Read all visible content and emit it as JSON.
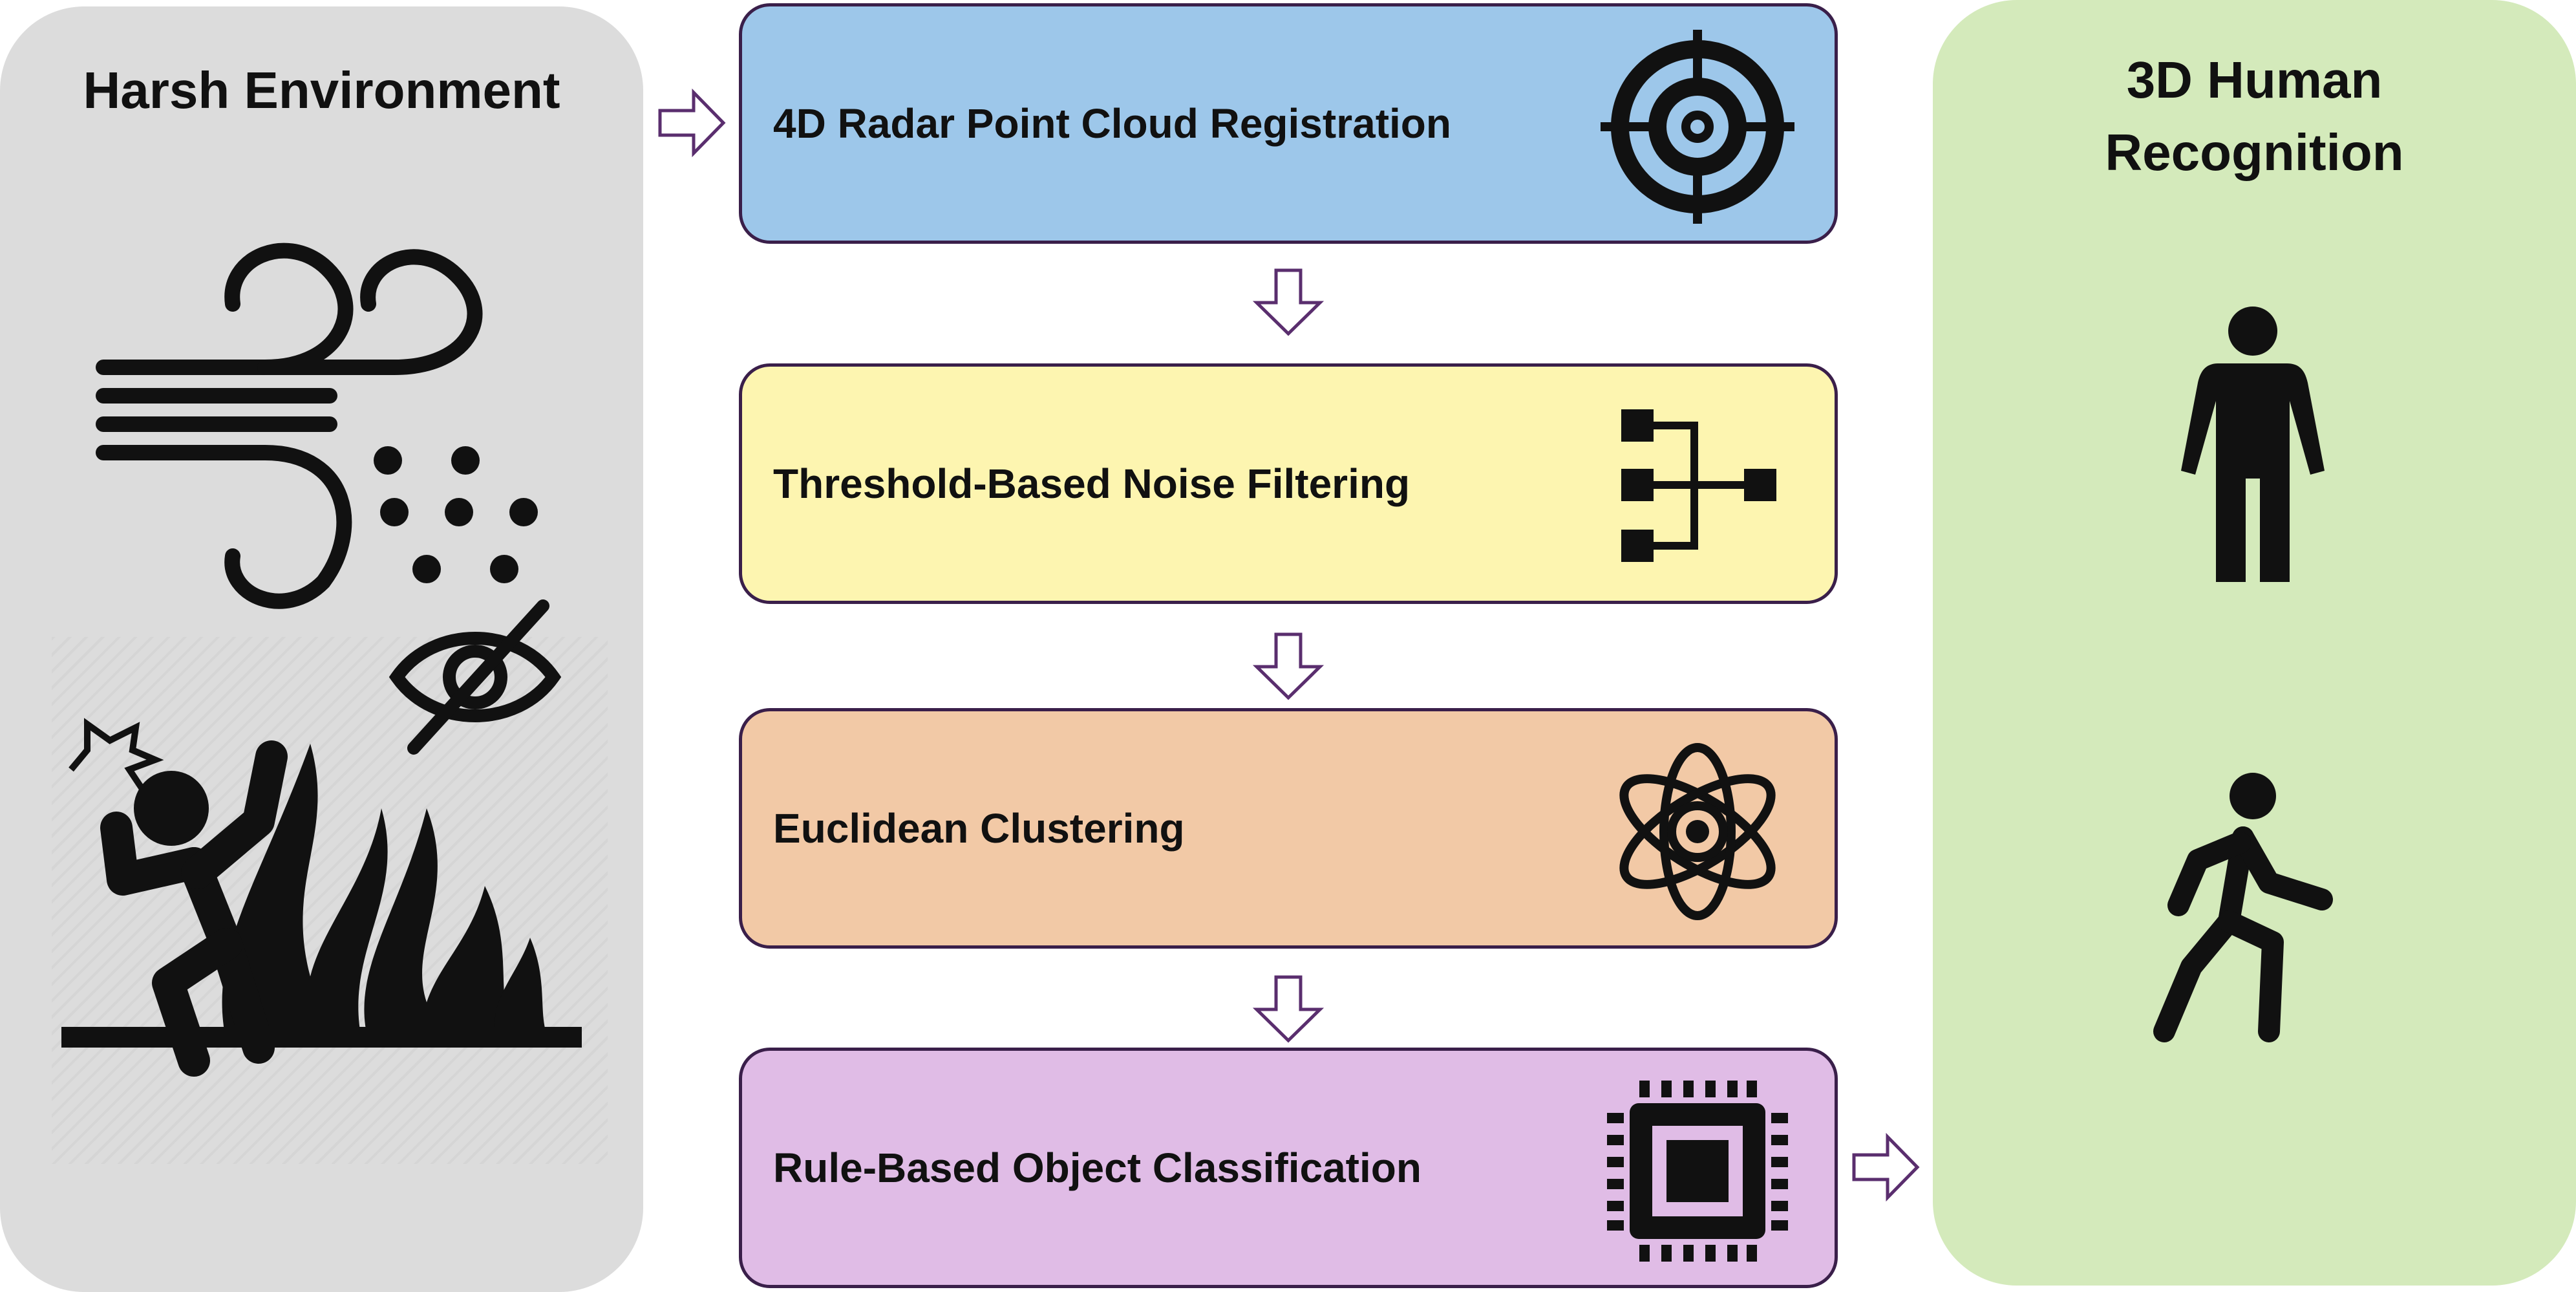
{
  "left_panel": {
    "title": "Harsh Environment",
    "color": "#dcdcdc"
  },
  "right_panel": {
    "title": "3D Human\nRecognition",
    "color": "#d4eabb"
  },
  "steps": [
    {
      "label": "4D Radar Point Cloud Registration",
      "color": "#9dc7ea",
      "icon": "target-icon"
    },
    {
      "label": "Threshold-Based Noise Filtering",
      "color": "#fdf5b0",
      "icon": "tree-filter-icon"
    },
    {
      "label": "Euclidean Clustering",
      "color": "#f2c9a6",
      "icon": "atom-icon"
    },
    {
      "label": "Rule-Based Object Classification",
      "color": "#e0bce6",
      "icon": "chip-icon"
    }
  ],
  "icons": {
    "left": [
      "wind-icon",
      "dust-particles-icon",
      "no-visibility-icon",
      "fire-icon",
      "falling-person-icon"
    ],
    "right": [
      "standing-person-icon",
      "walking-person-icon"
    ]
  },
  "colors": {
    "border": "#3a1f4a",
    "arrow": "#5a2e6e"
  }
}
